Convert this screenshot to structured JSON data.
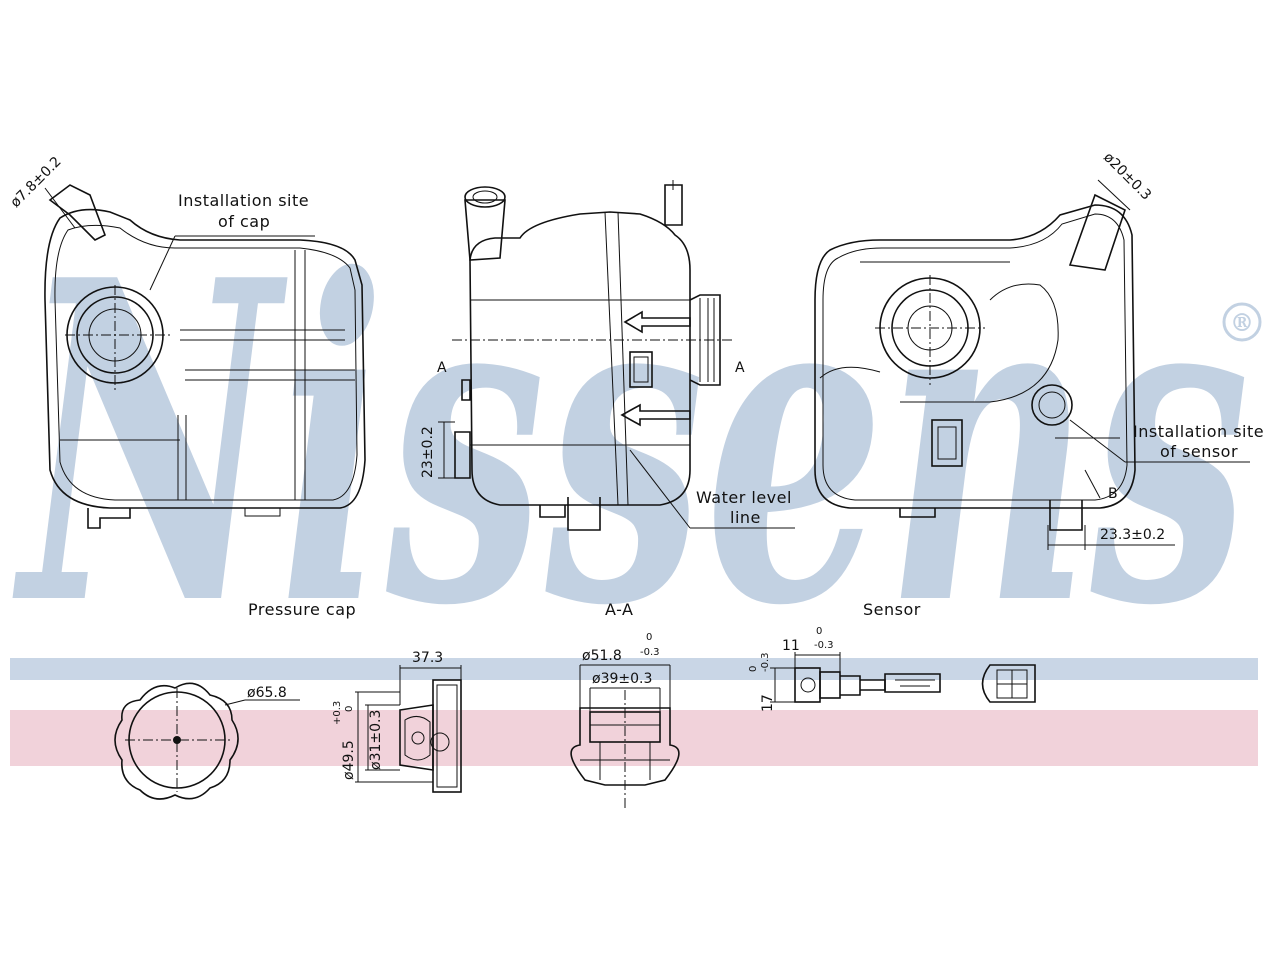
{
  "brand": {
    "watermark_text": "Nissens",
    "registered_mark": "®",
    "watermark_color": "#b8c9dd",
    "stripe_blue": "#c9d6e6",
    "stripe_pink": "#f1d2da"
  },
  "views": {
    "left_label": "Pressure cap",
    "center_label": "A-A",
    "right_label": "Sensor"
  },
  "callouts": {
    "cap_site_line1": "Installation site",
    "cap_site_line2": "of cap",
    "sensor_site_line1": "Installation site",
    "sensor_site_line2": "of sensor",
    "water_level_line1": "Water level",
    "water_level_line2": "line",
    "section_a": "A",
    "section_b": "B"
  },
  "dimensions": {
    "hose_left": "ø7.8±0.2",
    "hose_right": "ø20±0.3",
    "side_height": "23±0.2",
    "sensor_offset": "23.3±0.2",
    "cap_diameter": "ø65.8",
    "cap_width": "37.3",
    "cap_outer_dia": "ø49.5",
    "cap_outer_tol_top": "+0.3",
    "cap_outer_tol_bottom": "0",
    "cap_inner_dia": "ø31±0.3",
    "neck_dia": "ø51.8",
    "neck_tol_top": "0",
    "neck_tol_bottom": "-0.3",
    "neck_inner_dia": "ø39±0.3",
    "sensor_width": "11",
    "sensor_width_tol_top": "0",
    "sensor_width_tol_bottom": "-0.3",
    "sensor_height": "17",
    "sensor_height_tol_top": "0",
    "sensor_height_tol_bottom": "-0.3"
  }
}
